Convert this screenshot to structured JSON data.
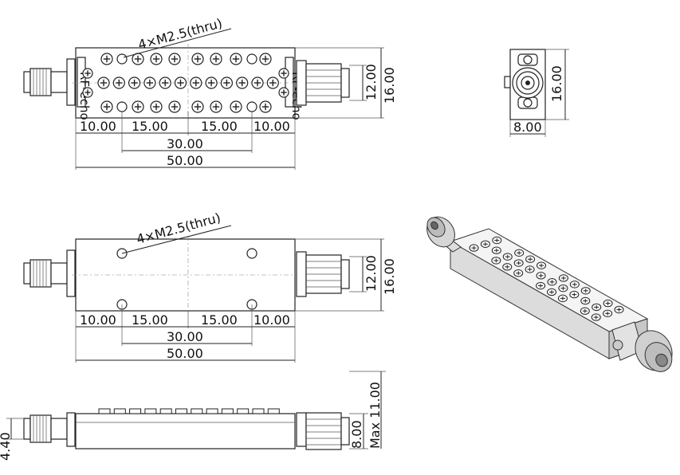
{
  "top_view": {
    "hole_label": "4×M2.5(thru)",
    "brand_left": "RF-echo",
    "brand_right": "RF-echo",
    "dims": {
      "left_10": "10.00",
      "left_15": "15.00",
      "right_15": "15.00",
      "right_10": "10.00",
      "span_30": "30.00",
      "total_50": "50.00",
      "h_12": "12.00",
      "h_16": "16.00"
    }
  },
  "end_view": {
    "dims": {
      "h_16": "16.00",
      "w_8": "8.00"
    }
  },
  "bottom_view": {
    "hole_label": "4×M2.5(thru)",
    "dims": {
      "left_10": "10.00",
      "left_15": "15.00",
      "right_15": "15.00",
      "right_10": "10.00",
      "span_30": "30.00",
      "total_50": "50.00",
      "h_12": "12.00",
      "h_16": "16.00"
    }
  },
  "side_view": {
    "dims": {
      "h_440": "4.40",
      "h_800": "8.00",
      "h_max": "Max 11.00"
    }
  },
  "iso_view": {}
}
